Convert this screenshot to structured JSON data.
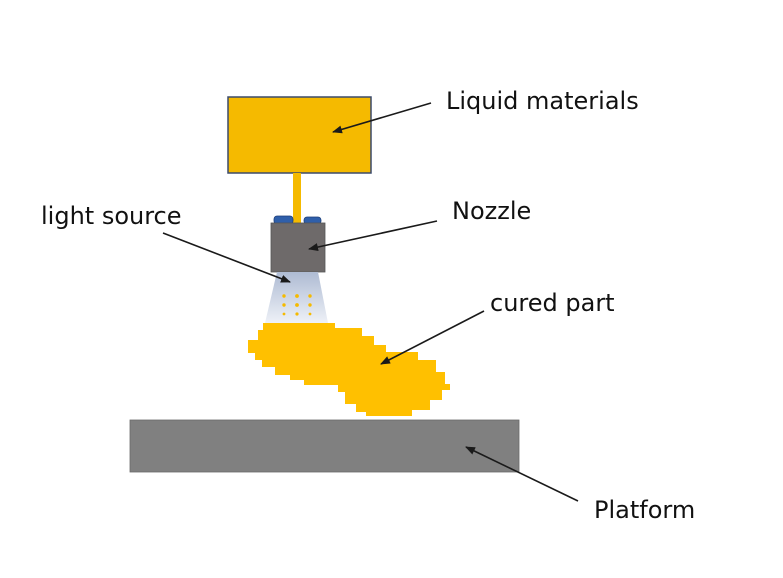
{
  "title": "Material jetting with light curing schematic",
  "labels": {
    "liquid_materials": "Liquid materials",
    "light_source": "light source",
    "nozzle": "Nozzle",
    "cured_part": "cured part",
    "platform": "Platform"
  },
  "colors": {
    "material": "#F5BA00",
    "material_border": "#3B4A6B",
    "cured_part": "#FFC000",
    "nozzle": "#6E6A6A",
    "nozzle_caps": "#2F5FAA",
    "platform": "#808080",
    "light_top": "#B8C4DA",
    "light_bottom": "#E8ECF4",
    "arrow": "#1A1A1A"
  }
}
